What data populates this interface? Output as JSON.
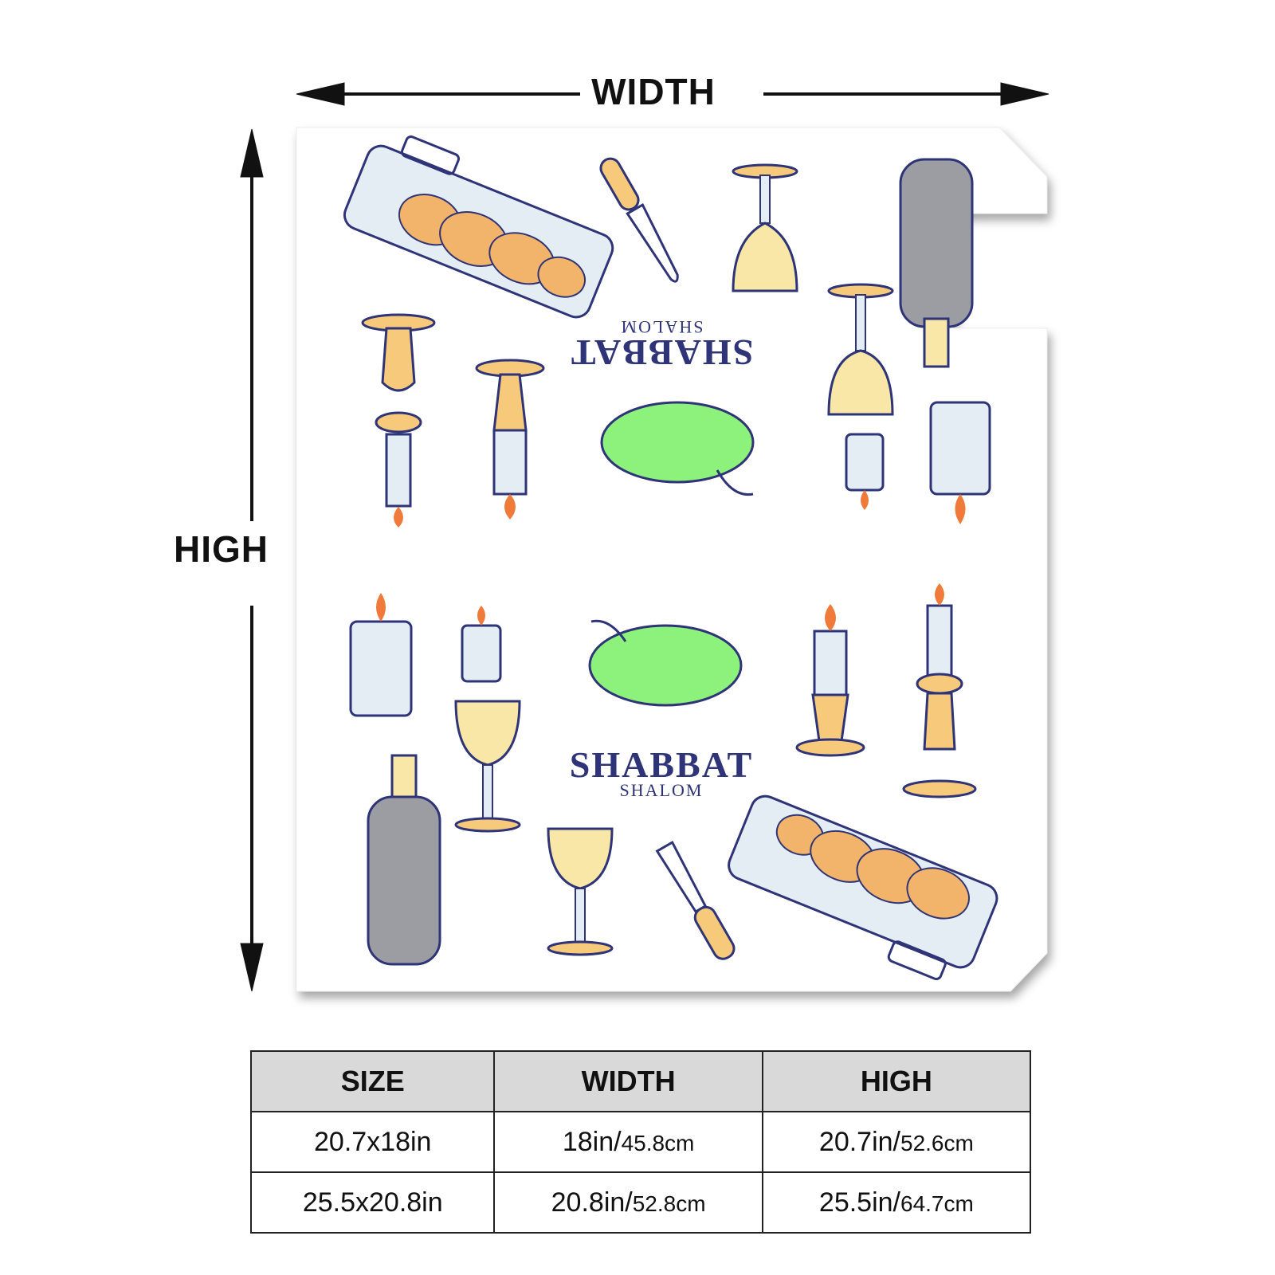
{
  "labels": {
    "width": "WIDTH",
    "high": "HIGH"
  },
  "flag": {
    "title": "SHABBAT",
    "subtitle": "SHALOM",
    "colors": {
      "navy": "#2e3477",
      "challah": "#f2b36a",
      "gold": "#f7c97a",
      "wine": "#f8e7a6",
      "salad": "#8df27c",
      "glass": "#e4edf3",
      "bottle": "#9c9ca3",
      "flame": "#f07a3a"
    }
  },
  "table": {
    "headers": [
      "SIZE",
      "WIDTH",
      "HIGH"
    ],
    "rows": [
      {
        "size": "20.7x18in",
        "width_in": "18in/",
        "width_cm": "45.8cm",
        "high_in": "20.7in/",
        "high_cm": "52.6cm"
      },
      {
        "size": "25.5x20.8in",
        "width_in": "20.8in/",
        "width_cm": "52.8cm",
        "high_in": "25.5in/",
        "high_cm": "64.7cm"
      }
    ]
  }
}
